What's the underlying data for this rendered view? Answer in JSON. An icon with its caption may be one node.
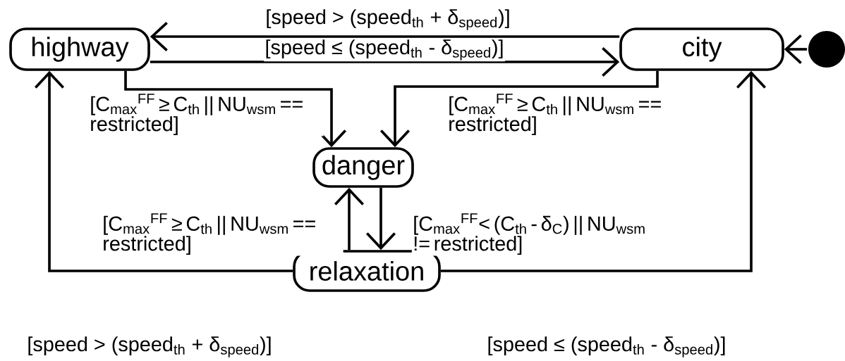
{
  "diagram": {
    "nodes": [
      {
        "text": [
          "highway"
        ]
      },
      {
        "text": [
          "city"
        ]
      },
      {
        "text": [
          "danger"
        ]
      },
      {
        "text": [
          "relaxation"
        ]
      },
      {
        "text": [],
        "shape": "circle"
      }
    ],
    "edges": [
      {
        "from": 1,
        "to": 0,
        "arrow": "to",
        "label": "[speed > (speed$_{th}$ + δ$_{speed}$)]"
      },
      {
        "from": 0,
        "to": 1,
        "arrow": "to",
        "label": "[speed ≤ (speed$_{th}$ - δ$_{speed}$)]"
      },
      {
        "from": 4,
        "to": 1,
        "arrow": "to"
      },
      {
        "from": 0,
        "to": 2,
        "arrow": "to",
        "label": "[C$_{max}$$^{FF}$ ≥  C$_{th}$ || NU$_{wsm}$ == restricted]"
      },
      {
        "from": 1,
        "to": 2,
        "arrow": "to",
        "label": "[C$_{max}$$^{FF}$ ≥  C$_{th}$ || NU$_{wsm}$ == restricted]"
      },
      {
        "from": 3,
        "to": 2,
        "arrow": "to",
        "label": "[C$_{max}$$^{FF}$ ≥  C$_{th}$ || NU$_{wsm}$ == restricted]"
      },
      {
        "from": 2,
        "to": 3,
        "arrow": "to",
        "label": "[C$_{max}$$^{FF}$< (C$_{th}$ - δ$_{C}$) || NU$_{wsm}$ != restricted]"
      },
      {
        "from": 3,
        "to": 0,
        "arrow": "to",
        "label": "[speed > (speed$_{th}$ + δ$_{speed}$)]"
      },
      {
        "from": 3,
        "to": 1,
        "arrow": "to",
        "label": "[speed ≤ (speed$_{th}$ - δ$_{speed}$)]"
      }
    ]
  }
}
